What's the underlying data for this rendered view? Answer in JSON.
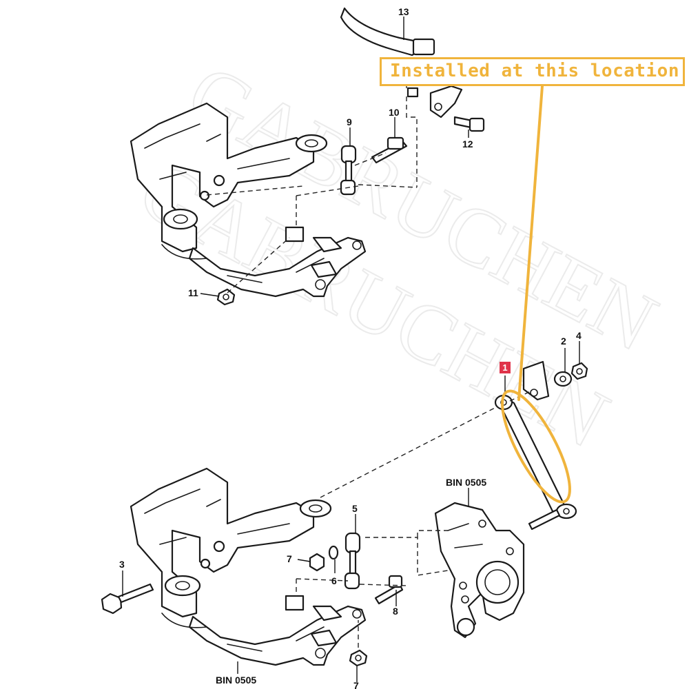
{
  "callout": {
    "text": "Installed at this location",
    "color": "#f0b43c"
  },
  "highlight_color": "#f0b43c",
  "watermark": {
    "line1": "GABRUCHEN",
    "line2": "GABRUCHEN"
  },
  "callouts": {
    "p1": "1",
    "p2": "2",
    "p3": "3",
    "p4": "4",
    "p5": "5",
    "p6": "6",
    "p7a": "7",
    "p7b": "7",
    "p8": "8",
    "p9": "9",
    "p10": "10",
    "p11": "11",
    "p12": "12",
    "p13": "13"
  },
  "refs": {
    "bin_upper": "BIN 0505",
    "bin_lower": "BIN 0505"
  }
}
